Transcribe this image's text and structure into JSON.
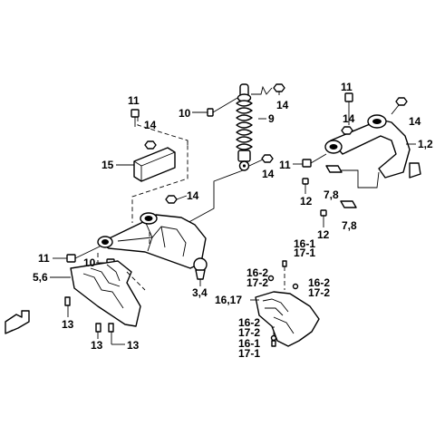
{
  "labels": {
    "l_11_a": "11",
    "l_14_a": "14",
    "l_15": "15",
    "l_10_a": "10",
    "l_14_b": "14",
    "l_9": "9",
    "l_14_c": "14",
    "l_11_b": "11",
    "l_14_d": "14",
    "l_14_e": "14",
    "l_1_2": "1,2",
    "l_11_c": "11",
    "l_7_8_a": "7,8",
    "l_12_a": "12",
    "l_7_8_b": "7,8",
    "l_12_b": "12",
    "l_14_f": "14",
    "l_11_d": "11",
    "l_10_b": "10",
    "l_5_6": "5,6",
    "l_13_a": "13",
    "l_13_b": "13",
    "l_13_c": "13",
    "l_3_4": "3,4",
    "l_16_1_a": "16-1",
    "l_17_1_a": "17-1",
    "l_16_2_a": "16-2",
    "l_17_2_a": "17-2",
    "l_16_2_b": "16-2",
    "l_17_2_b": "17-2",
    "l_16_17": "16,17",
    "l_16_2_c": "16-2",
    "l_17_2_c": "17-2",
    "l_16_1_b": "16-1",
    "l_17_1_b": "17-1"
  }
}
